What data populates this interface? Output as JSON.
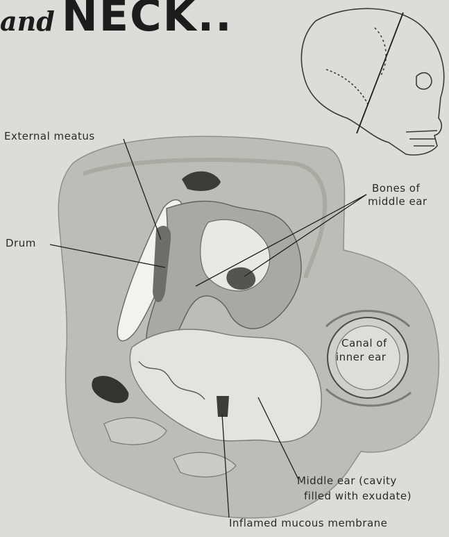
{
  "title": {
    "prefix": "and",
    "main": "NECK.."
  },
  "labels": {
    "external_meatus": "External meatus",
    "drum": "Drum",
    "bones_line1": "Bones of",
    "bones_line2": "middle ear",
    "canal_line1": "Canal of",
    "canal_line2": "inner ear",
    "middle_ear_line1": "Middle ear (cavity",
    "middle_ear_line2": "filled with exudate)",
    "inflamed": "Inflamed mucous membrane"
  },
  "colors": {
    "background": "#dcdcd8",
    "tissue": "#b9b9b4",
    "tissue_dark": "#8e8e88",
    "ink": "#2a2a2a"
  }
}
